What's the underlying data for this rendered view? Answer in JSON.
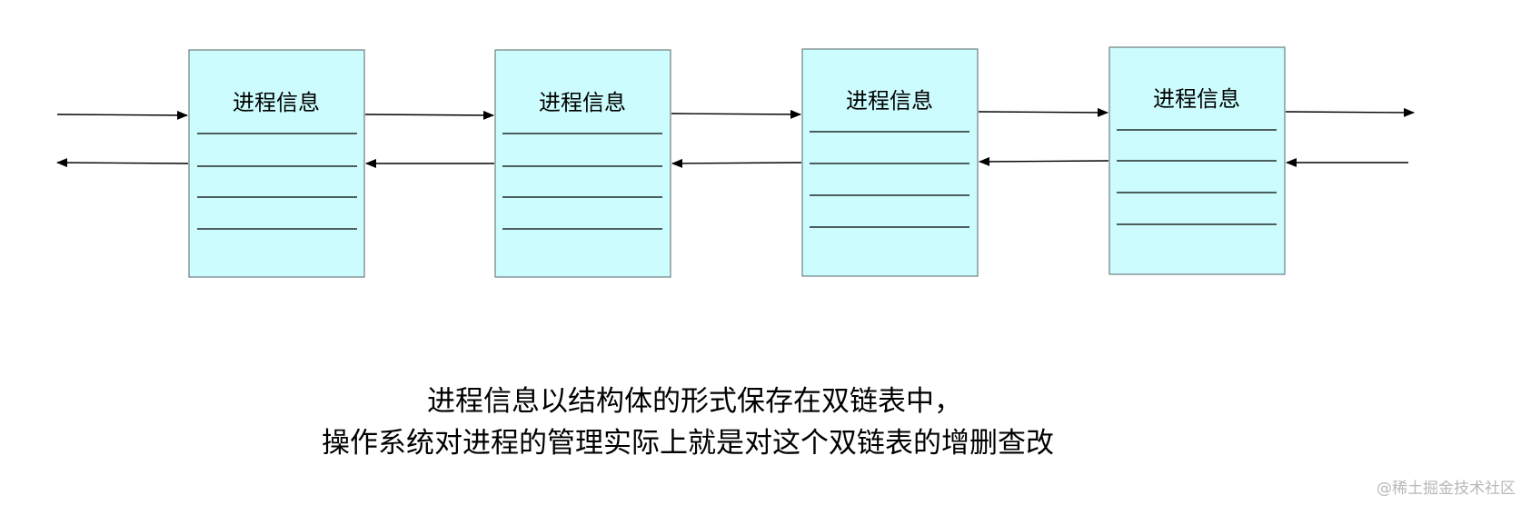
{
  "nodes": [
    {
      "title": "进程信息"
    },
    {
      "title": "进程信息"
    },
    {
      "title": "进程信息"
    },
    {
      "title": "进程信息"
    }
  ],
  "caption": {
    "line1": "进程信息以结构体的形式保存在双链表中，",
    "line2": "操作系统对进程的管理实际上就是对这个双链表的增删查改"
  },
  "watermark": "@稀土掘金技术社区",
  "colors": {
    "node_fill": "#ccfcfd",
    "node_border": "#6f7f80",
    "arrow": "#000000",
    "text": "#000000",
    "watermark": "#b8b8b8"
  }
}
